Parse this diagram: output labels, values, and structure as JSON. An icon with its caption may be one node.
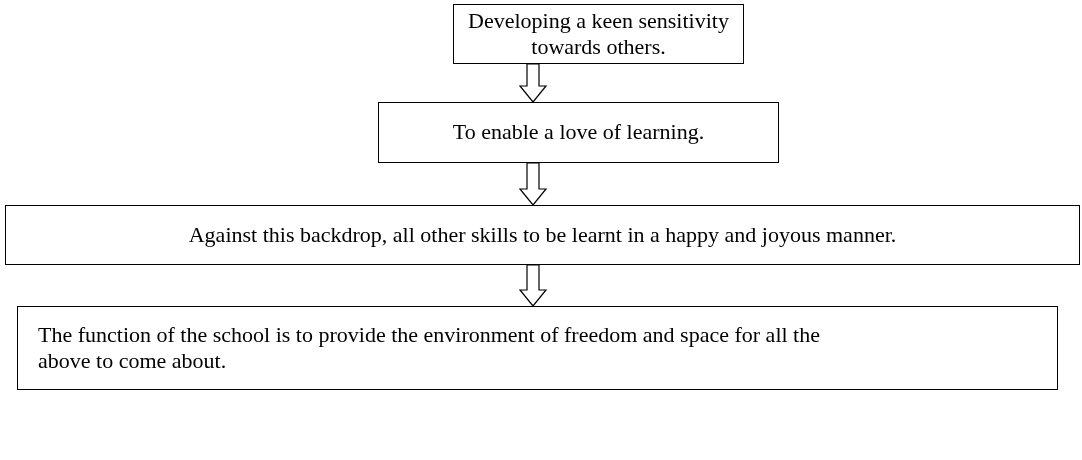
{
  "diagram": {
    "nodes": [
      {
        "text": [
          "Developing a keen sensitivity towards others."
        ]
      },
      {
        "text": [
          "To enable a love of learning."
        ]
      },
      {
        "text": [
          "Against this backdrop, all other skills to be learnt in a happy and joyous manner."
        ]
      },
      {
        "text": [
          "The function of the school is to provide the environment of freedom and space for all the above to come about."
        ]
      }
    ],
    "edges": [
      {
        "from": 0,
        "to": 1,
        "arrow": "to"
      },
      {
        "from": 1,
        "to": 2,
        "arrow": "to"
      },
      {
        "from": 2,
        "to": 3,
        "arrow": "to"
      }
    ]
  }
}
